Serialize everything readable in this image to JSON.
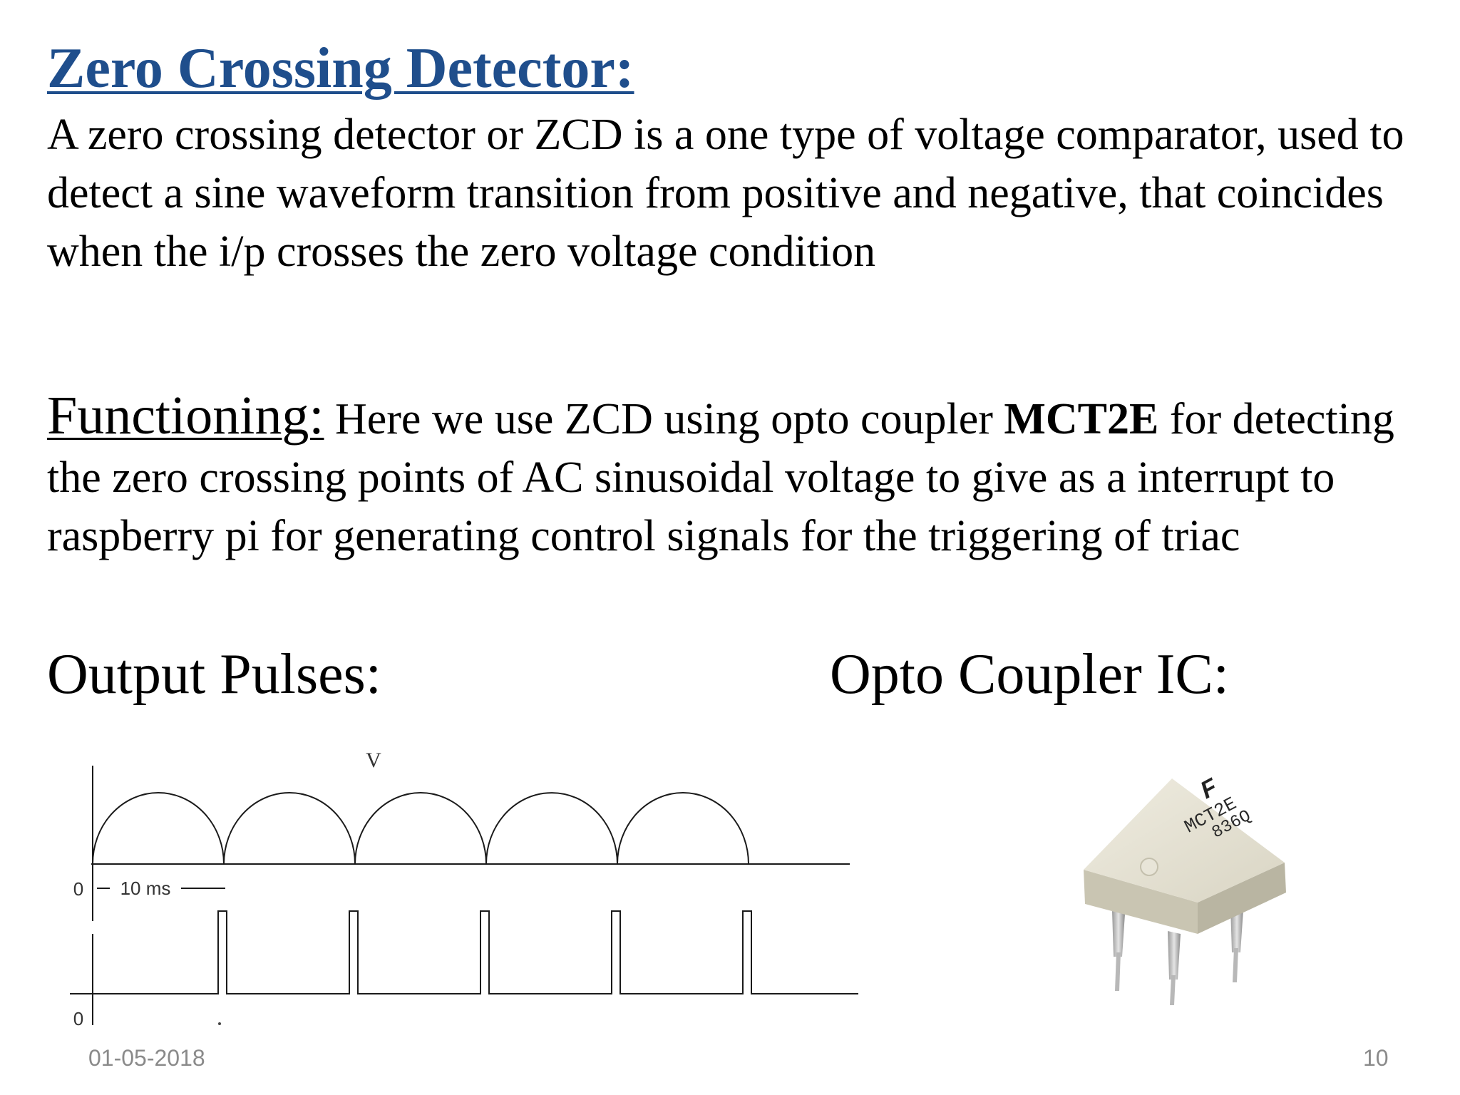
{
  "slide": {
    "title": "Zero Crossing Detector:",
    "intro": "A zero crossing detector or ZCD is a one type of voltage comparator, used to detect a sine waveform transition from positive and negative, that coincides when the i/p crosses the zero voltage condition",
    "functioning": {
      "label": "Functioning:",
      "text_before": " Here we use ZCD using opto coupler ",
      "bold_term": "MCT2E",
      "text_after": " for detecting the zero crossing points of AC sinusoidal voltage to give as a interrupt to raspberry pi for generating control signals for the triggering of triac"
    },
    "output_label": "Output Pulses:",
    "ic_label": "Opto Coupler IC:"
  },
  "diagram": {
    "v_label": "V",
    "zero_top": "0",
    "zero_bottom": "0",
    "period_label": "10 ms"
  },
  "ic": {
    "logo": "F",
    "part": "MCT2E",
    "code": "836Q"
  },
  "footer": {
    "date": "01-05-2018",
    "page": "10"
  }
}
